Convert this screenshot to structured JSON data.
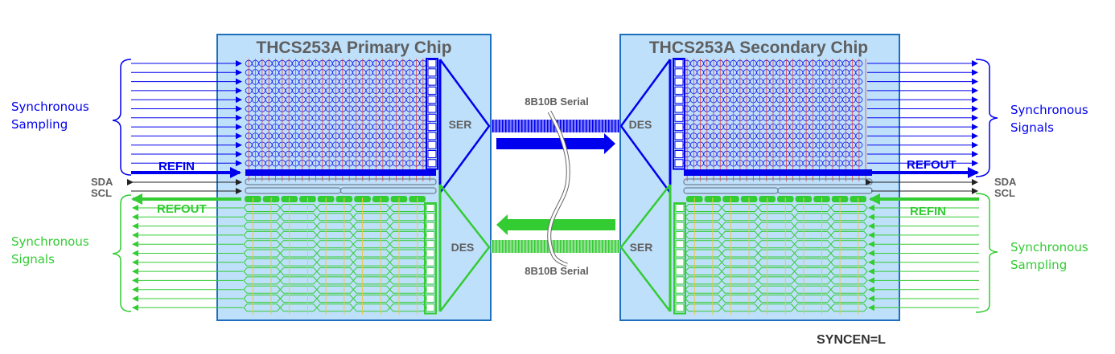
{
  "colors": {
    "chip_fill": "#bfe0fb",
    "chip_border": "#1f6fbf",
    "blue": "#0000ee",
    "blue_light": "#5a5aff",
    "green": "#33cc33",
    "red_tick": "#e83c3c",
    "yellow_tick": "#e8c84a",
    "gray_bus": "#6f7f8f",
    "dark": "#222222"
  },
  "primary_chip": {
    "title": "THCS253A Primary Chip",
    "ser_label": "SER",
    "des_label": "DES",
    "top_refin_label": "REFIN",
    "bottom_refout_label": "REFOUT"
  },
  "secondary_chip": {
    "title": "THCS253A Secondary Chip",
    "des_label": "DES",
    "ser_label": "SER",
    "top_refout_label": "REFOUT",
    "bottom_refin_label": "REFIN"
  },
  "serial_link": {
    "top_label": "8B10B Serial",
    "bottom_label": "8B10B Serial"
  },
  "left_side": {
    "top_group_label_line1": "Synchronous",
    "top_group_label_line2": "Sampling",
    "bottom_group_label_line1": "Synchronous",
    "bottom_group_label_line2": "Signals",
    "sda_label": "SDA",
    "scl_label": "SCL"
  },
  "right_side": {
    "top_group_label_line1": "Synchronous",
    "top_group_label_line2": "Signals",
    "bottom_group_label_line1": "Synchronous",
    "bottom_group_label_line2": "Sampling",
    "sda_label": "SDA",
    "scl_label": "SCL"
  },
  "signal_counts": {
    "blue_channels": 12,
    "green_channels": 12
  },
  "mode_label": "SYNCEN=L"
}
